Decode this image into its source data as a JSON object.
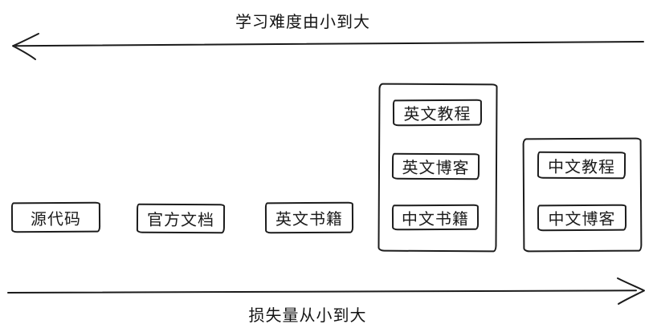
{
  "canvas": {
    "background": "#ffffff",
    "stroke_color": "#1b1b1b"
  },
  "axes": {
    "top": {
      "label": "学习难度由小到大",
      "direction": "left"
    },
    "bottom": {
      "label": "损失量从小到大",
      "direction": "right"
    }
  },
  "boxes": [
    {
      "label": "源代码"
    },
    {
      "label": "官方文档"
    },
    {
      "label": "英文书籍"
    }
  ],
  "groups": [
    {
      "items": [
        {
          "label": "英文教程"
        },
        {
          "label": "英文博客"
        },
        {
          "label": "中文书籍"
        }
      ]
    },
    {
      "items": [
        {
          "label": "中文教程"
        },
        {
          "label": "中文博客"
        }
      ]
    }
  ]
}
